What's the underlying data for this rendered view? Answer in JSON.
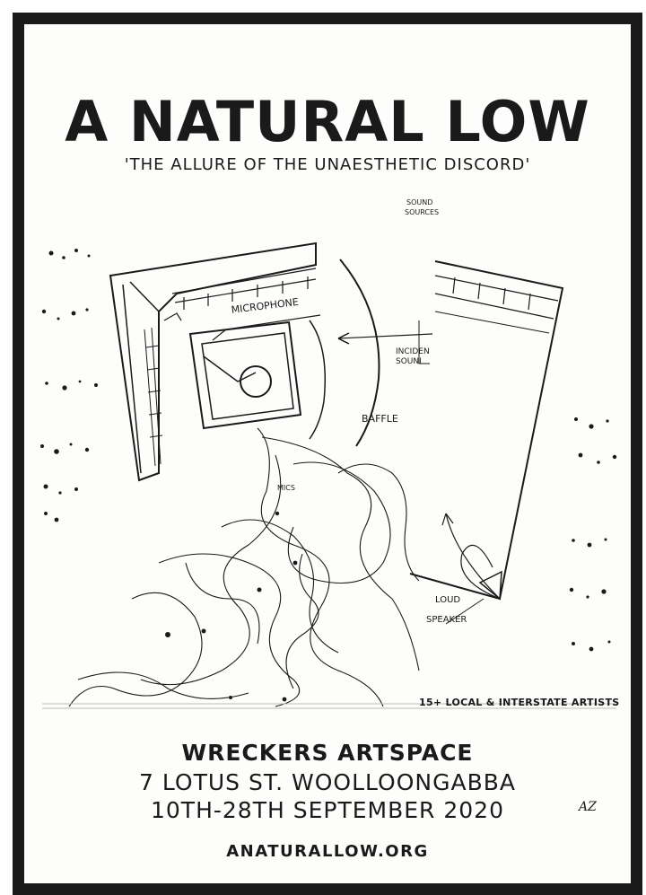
{
  "poster": {
    "title": "A NATURAL LOW",
    "subtitle": "'THE ALLURE OF THE UNAESTHETIC DISCORD'",
    "diagram_labels": {
      "sound_sources_1": "SOUND",
      "sound_sources_2": "SOURCES",
      "microphone": "MICROPHONE",
      "incident_1": "INCIDEN",
      "incident_2": "SOUNI",
      "baffle": "BAFFLE",
      "loud": "LOUD",
      "speaker": "SPEAKER",
      "mics": "MICS"
    },
    "artists": "15+ LOCAL & INTERSTATE ARTISTS",
    "venue": "WRECKERS ARTSPACE",
    "address": "7 LOTUS ST. WOOLLOONGABBA",
    "dates": "10TH-28TH SEPTEMBER 2020",
    "website": "ANATURALLOW.ORG",
    "signature": "AZ"
  },
  "colors": {
    "ink": "#1a1a1a",
    "paper": "#fdfdfb"
  }
}
